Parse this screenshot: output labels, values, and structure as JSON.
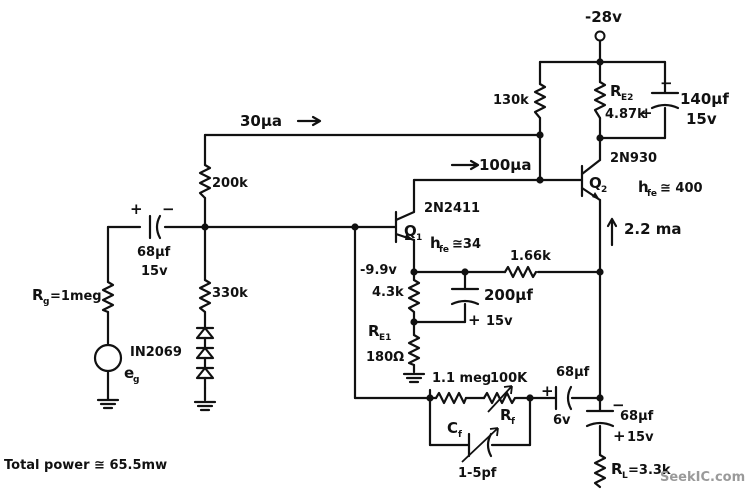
{
  "supply": "-28v",
  "current_30": "30μa",
  "current_100": "100μa",
  "current_22": "2.2 ma",
  "r_130k": "130k",
  "re2_name": "R",
  "re2_sub": "E2",
  "re2_val": "4.87k",
  "c_140_val": "140μf",
  "c_140_v": "15v",
  "r_200k": "200k",
  "r_330k": "330k",
  "c_68_in_val": "68μf",
  "c_68_in_v": "15v",
  "rg_label": "R",
  "rg_sub": "g",
  "rg_val": "=1meg",
  "diode": "IN2069",
  "eg": "e",
  "eg_sub": "g",
  "q1_type": "2N2411",
  "q1_name": "Q",
  "q1_sub": "1",
  "q1_hfe": "h",
  "q1_hfe_sub": "fe",
  "q1_hfe_val": "≅34",
  "q2_type": "2N930",
  "q2_name": "Q",
  "q2_sub": "2",
  "q2_hfe": "h",
  "q2_hfe_sub": "fe",
  "q2_hfe_val": "≅ 400",
  "v_99": "-9.9v",
  "r_43k": "4.3k",
  "r_166k": "1.66k",
  "c_200_val": "200μf",
  "c_200_v": "15v",
  "re1_name": "R",
  "re1_sub": "E1",
  "re1_val": "180Ω",
  "r_11meg": "1.1 meg",
  "r_100k": "100K",
  "rf_name": "R",
  "rf_sub": "f",
  "cf_name": "C",
  "cf_sub": "f",
  "cf_val": "1-5pf",
  "c_68_fb_val": "68μf",
  "c_68_fb_v": "6v",
  "c_68_out_val": "68μf",
  "c_68_out_v": "15v",
  "rl_name": "R",
  "rl_sub": "L",
  "rl_val": "=3.3k",
  "total_power": "Total power ≅ 65.5mw",
  "watermark": "SeekIC.com",
  "plus": "+",
  "minus": "−"
}
